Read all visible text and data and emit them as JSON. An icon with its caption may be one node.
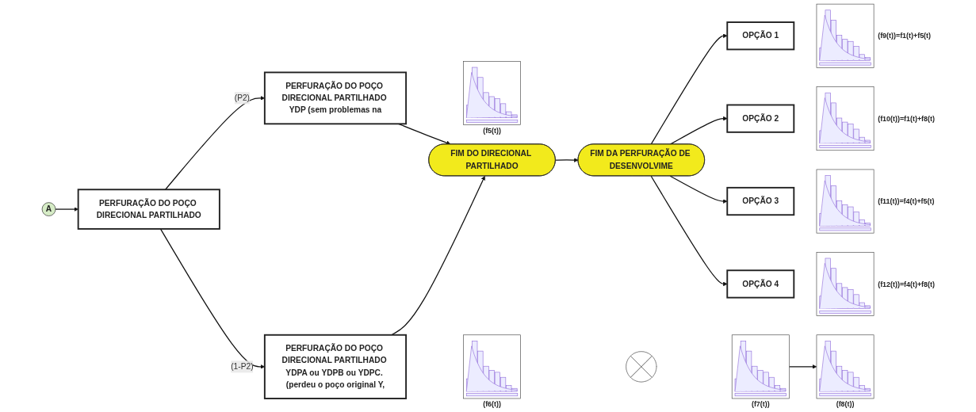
{
  "diagram": {
    "nodes": [
      {
        "text": [
          "A"
        ]
      },
      {
        "text": [
          "PERFURAÇÃO DO POÇO DIRECIONAL PARTILHADO"
        ]
      },
      {
        "text": [
          "PERFURAÇÃO DO POÇO DIRECIONAL PARTILHADO YDP (sem problemas na"
        ]
      },
      {
        "text": [
          "PERFURAÇÃO DO POÇO DIRECIONAL PARTILHADO YDPA ou YDPB ou YDPC. (perdeu o poço original Y,"
        ]
      },
      {
        "text": [],
        "shape": "picture",
        "beside": [
          "(f5(t))"
        ]
      },
      {
        "text": [],
        "shape": "picture",
        "beside": [
          "(f6(t))"
        ]
      },
      {
        "text": [],
        "shape": "cross"
      },
      {
        "text": [],
        "shape": "picture",
        "beside": [
          "(f7(t))"
        ]
      },
      {
        "text": [],
        "shape": "picture",
        "beside": [
          "(f8(t))"
        ]
      },
      {
        "text": [
          "FIM DO DIRECIONAL PARTILHADO"
        ]
      },
      {
        "text": [
          "FIM DA PERFURAÇÃO DE DESENVOLVIME"
        ]
      },
      {
        "text": [
          "OPÇÃO 1"
        ]
      },
      {
        "text": [
          "OPÇÃO 2"
        ]
      },
      {
        "text": [
          "OPÇÃO 3"
        ]
      },
      {
        "text": [
          "OPÇÃO 4"
        ]
      },
      {
        "text": [],
        "shape": "picture",
        "beside": [
          "(f9(t))=f1(t)+f5(t)"
        ]
      },
      {
        "text": [],
        "shape": "picture",
        "beside": [
          "(f10(t))=f1(t)+f8(t)"
        ]
      },
      {
        "text": [],
        "shape": "picture",
        "beside": [
          "(f11(t))=f4(t)+f5(t)"
        ]
      },
      {
        "text": [],
        "shape": "picture",
        "beside": [
          "(f12(t))=f4(t)+f8(t)"
        ]
      }
    ],
    "edges": [
      {
        "from": 0,
        "to": 1,
        "arrow": "to"
      },
      {
        "from": 1,
        "to": 2,
        "arrow": "to",
        "label": "(P2)"
      },
      {
        "from": 1,
        "to": 3,
        "arrow": "to",
        "label": "(1-P2)"
      },
      {
        "from": 2,
        "to": 9,
        "arrow": "to"
      },
      {
        "from": 3,
        "to": 9,
        "arrow": "to"
      },
      {
        "from": 9,
        "to": 10,
        "arrow": "to"
      },
      {
        "from": 10,
        "to": 11,
        "arrow": "to"
      },
      {
        "from": 10,
        "to": 12,
        "arrow": "to"
      },
      {
        "from": 10,
        "to": 13,
        "arrow": "to"
      },
      {
        "from": 10,
        "to": 14,
        "arrow": "to"
      },
      {
        "from": 7,
        "to": 8,
        "arrow": "to"
      }
    ]
  }
}
